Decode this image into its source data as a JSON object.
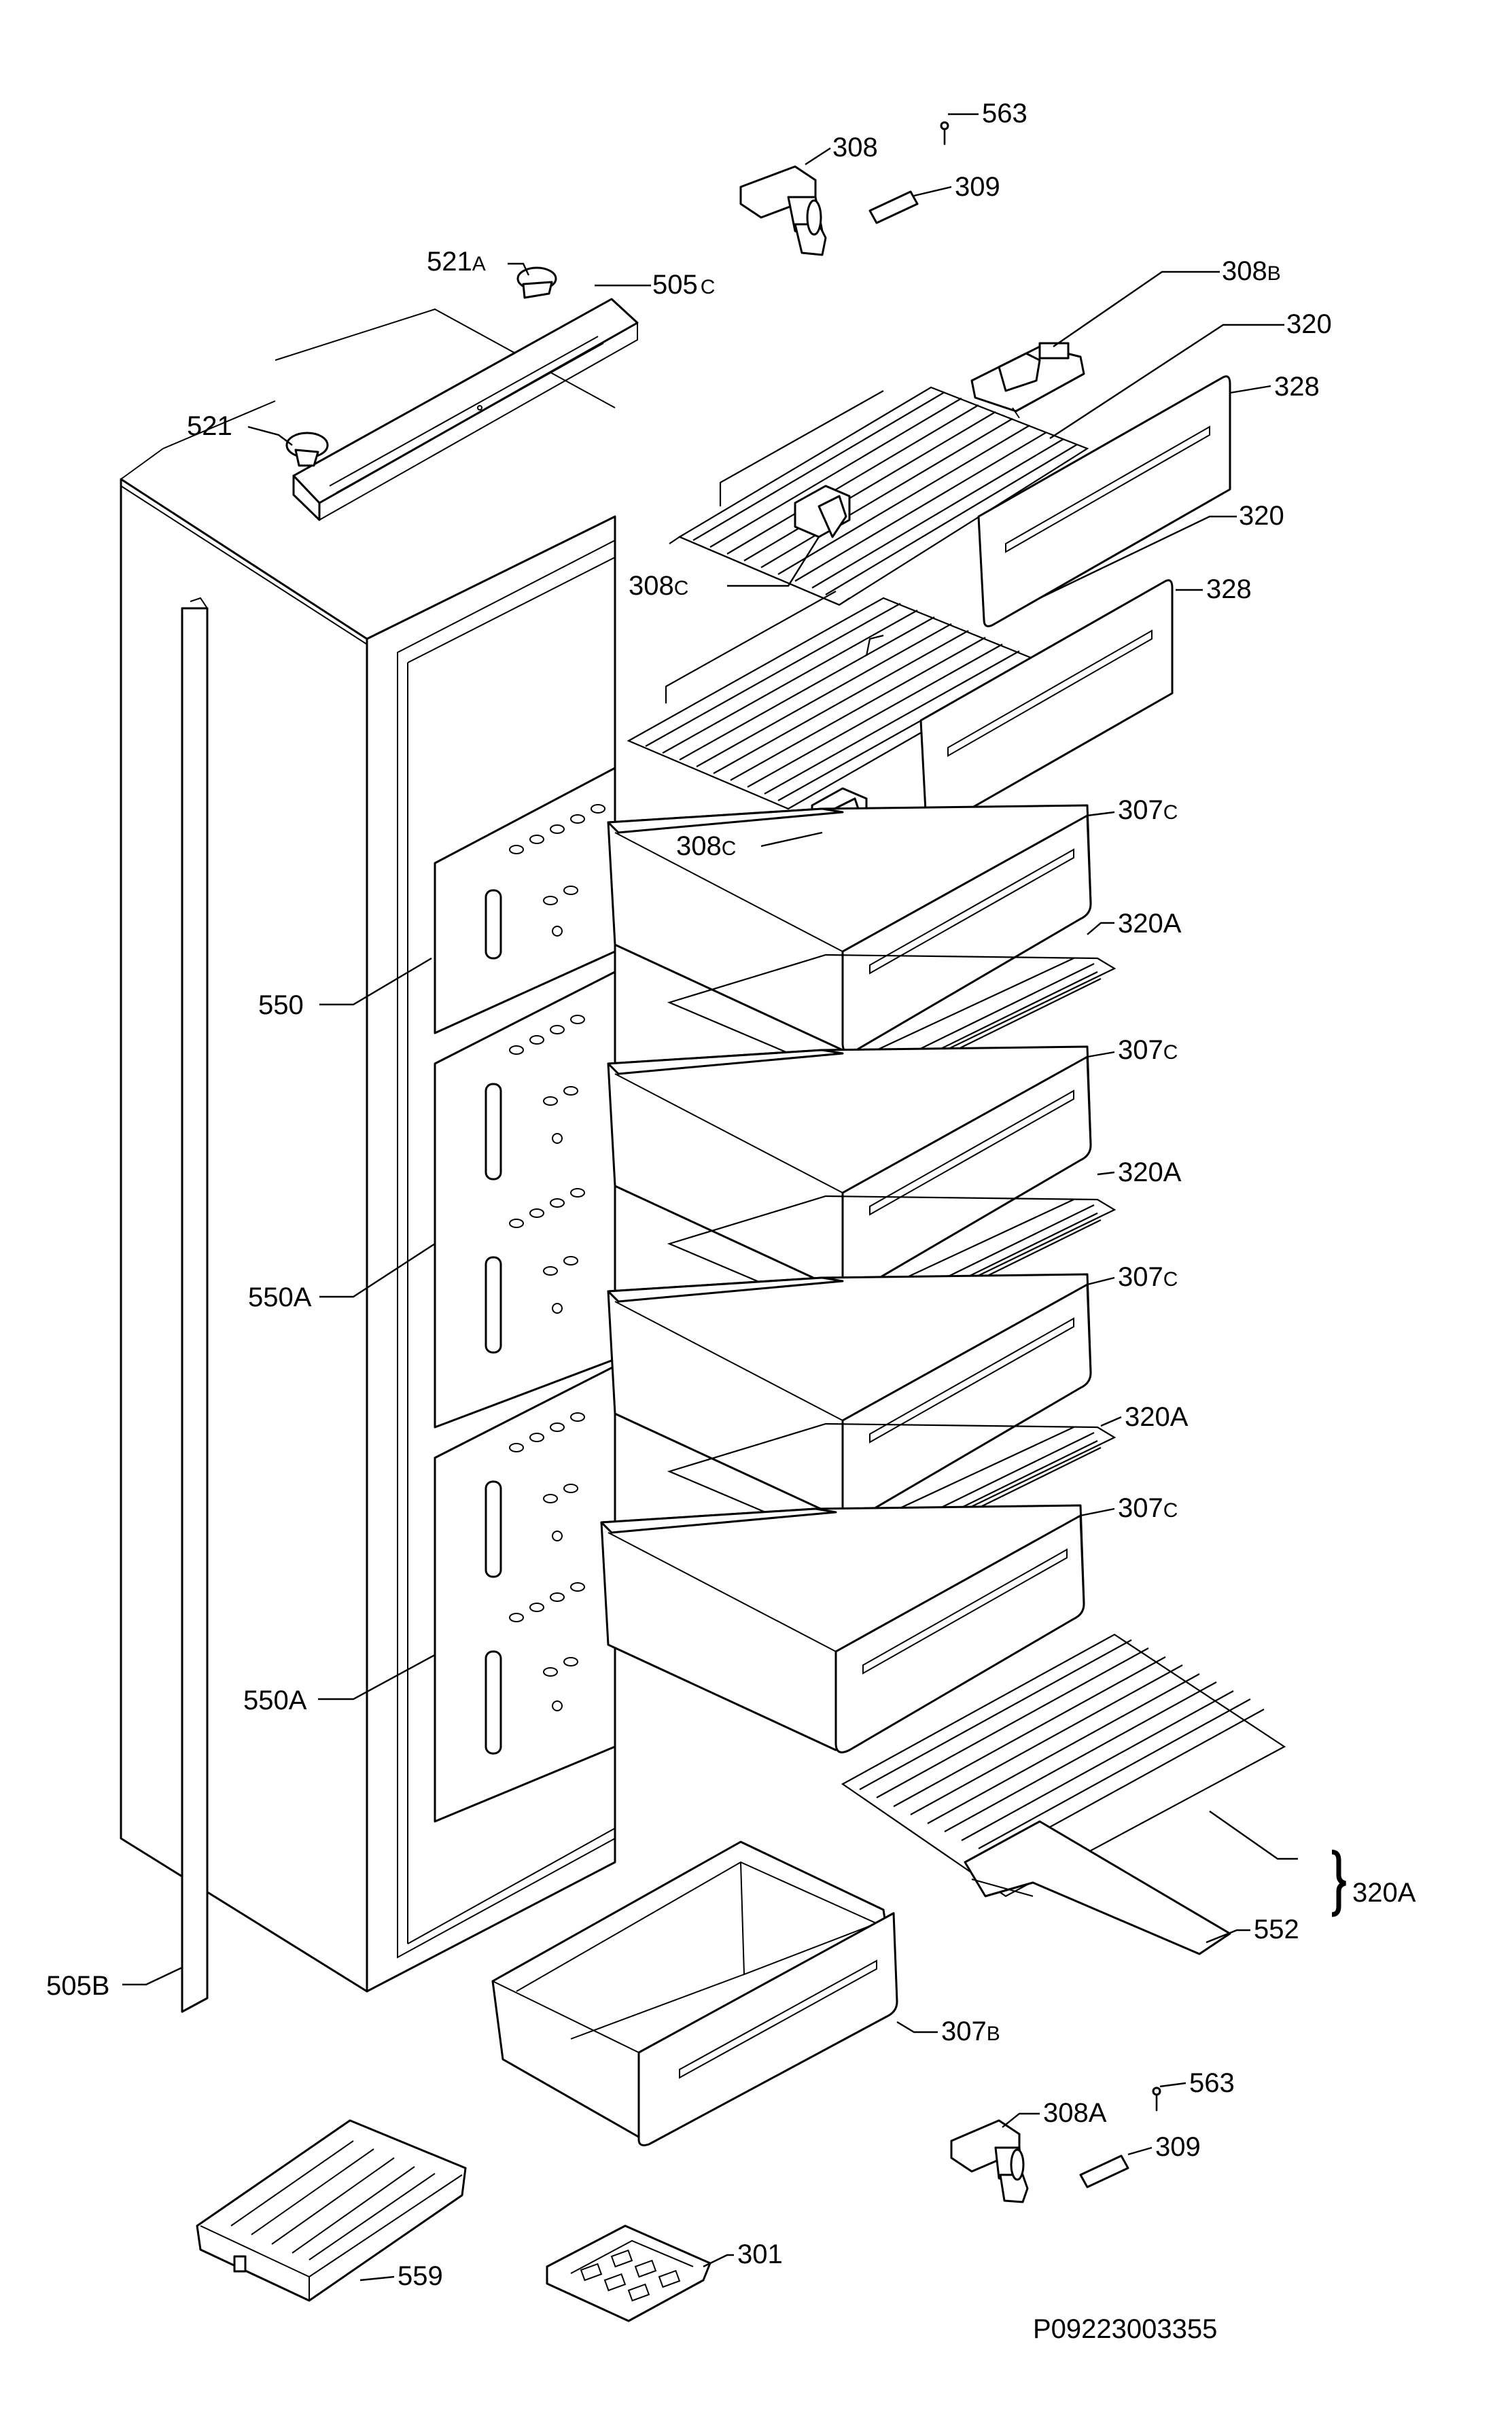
{
  "drawing": {
    "code": "P09223003355"
  },
  "labels": [
    {
      "id": "563_top",
      "text": "563",
      "suffix": ""
    },
    {
      "id": "308",
      "text": "308",
      "suffix": ""
    },
    {
      "id": "309_top",
      "text": "309",
      "suffix": ""
    },
    {
      "id": "521A",
      "text": "521",
      "suffix": "A"
    },
    {
      "id": "505C",
      "text": "505",
      "suffix": "C"
    },
    {
      "id": "308B",
      "text": "308",
      "suffix": "B"
    },
    {
      "id": "320_1",
      "text": "320",
      "suffix": ""
    },
    {
      "id": "521",
      "text": "521",
      "suffix": ""
    },
    {
      "id": "328_1",
      "text": "328",
      "suffix": ""
    },
    {
      "id": "320_2",
      "text": "320",
      "suffix": ""
    },
    {
      "id": "308C_1",
      "text": "308",
      "suffix": "C"
    },
    {
      "id": "328_2",
      "text": "328",
      "suffix": ""
    },
    {
      "id": "308C_2",
      "text": "308",
      "suffix": "C"
    },
    {
      "id": "307C_1",
      "text": "307",
      "suffix": "C"
    },
    {
      "id": "320A_1",
      "text": "320A",
      "suffix": ""
    },
    {
      "id": "550",
      "text": "550",
      "suffix": ""
    },
    {
      "id": "307C_2",
      "text": "307",
      "suffix": "C"
    },
    {
      "id": "320A_2",
      "text": "320A",
      "suffix": ""
    },
    {
      "id": "550A_1",
      "text": "550A",
      "suffix": ""
    },
    {
      "id": "307C_3",
      "text": "307",
      "suffix": "C"
    },
    {
      "id": "320A_3",
      "text": "320A",
      "suffix": ""
    },
    {
      "id": "307C_4",
      "text": "307",
      "suffix": "C"
    },
    {
      "id": "550A_2",
      "text": "550A",
      "suffix": ""
    },
    {
      "id": "320A_4",
      "text": "320A",
      "suffix": ""
    },
    {
      "id": "552",
      "text": "552",
      "suffix": ""
    },
    {
      "id": "505B",
      "text": "505B",
      "suffix": ""
    },
    {
      "id": "307B",
      "text": "307",
      "suffix": "B"
    },
    {
      "id": "563_bot",
      "text": "563",
      "suffix": ""
    },
    {
      "id": "308A",
      "text": "308A",
      "suffix": ""
    },
    {
      "id": "309_bot",
      "text": "309",
      "suffix": ""
    },
    {
      "id": "301",
      "text": "301",
      "suffix": ""
    },
    {
      "id": "559",
      "text": "559",
      "suffix": ""
    }
  ]
}
